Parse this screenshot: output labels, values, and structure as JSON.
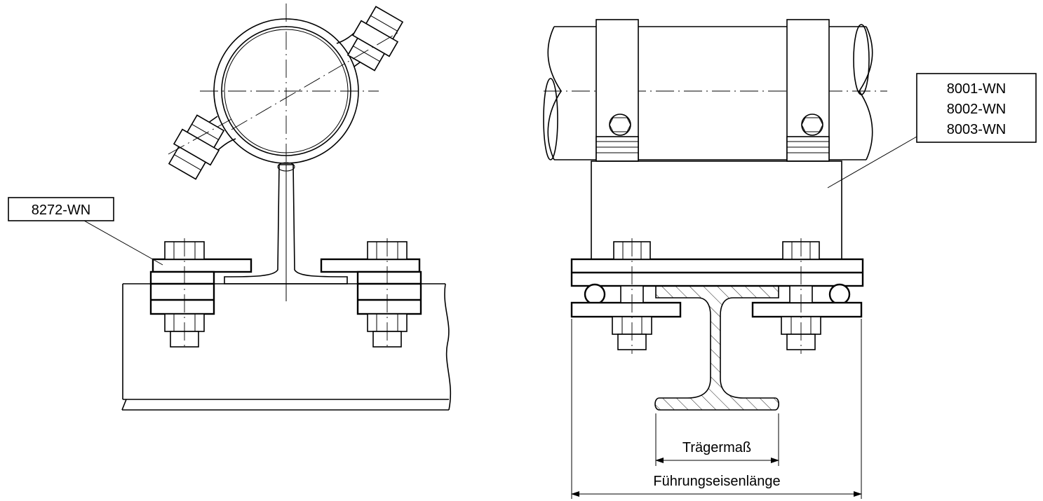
{
  "labels": {
    "left_part": "8272-WN",
    "right_parts": [
      "8001-WN",
      "8002-WN",
      "8003-WN"
    ]
  },
  "dimensions": {
    "beam_width": "Trägermaß",
    "guide_length": "Führungseisenlänge"
  }
}
